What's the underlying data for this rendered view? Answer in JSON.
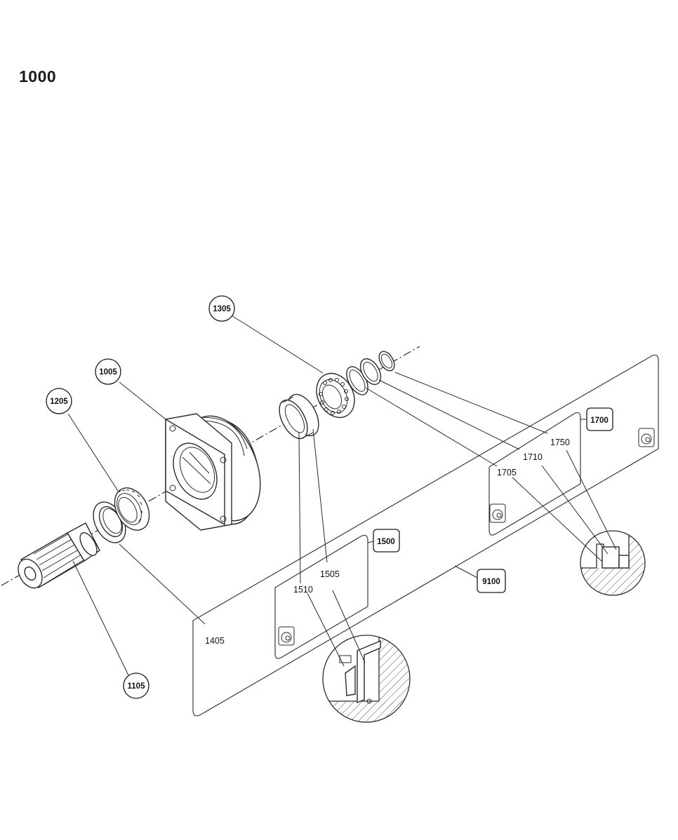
{
  "title": "1000",
  "callouts": {
    "c1305": "1305",
    "c1005": "1005",
    "c1205": "1205",
    "c1105": "1105",
    "c1500": "1500",
    "c1700": "1700",
    "c9100": "9100"
  },
  "labels": {
    "l1405": "1405",
    "l1505": "1505",
    "l1510": "1510",
    "l1705": "1705",
    "l1710": "1710",
    "l1750": "1750"
  },
  "icons": [
    "lubricate-icon",
    "lubricate-icon",
    "lubricate-icon"
  ]
}
